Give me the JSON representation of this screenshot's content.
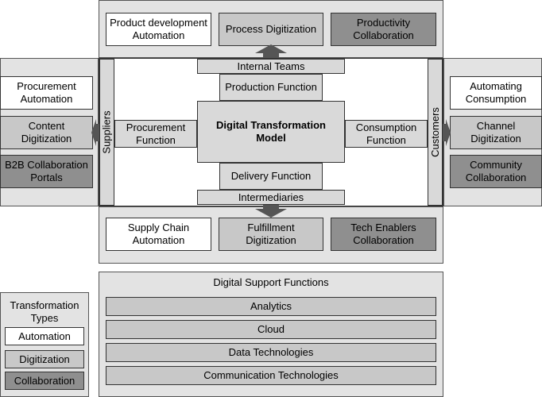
{
  "top_boxes": {
    "automation": "Product development\nAutomation",
    "digitization": "Process Digitization",
    "collaboration": "Productivity\nCollaboration"
  },
  "left_boxes": {
    "automation": "Procurement\nAutomation",
    "digitization": "Content\nDigitization",
    "collaboration": "B2B Collaboration\nPortals"
  },
  "right_boxes": {
    "automation": "Automating\nConsumption",
    "digitization": "Channel\nDigitization",
    "collaboration": "Community\nCollaboration"
  },
  "bottom_boxes": {
    "automation": "Supply Chain\nAutomation",
    "digitization": "Fulfillment\nDigitization",
    "collaboration": "Tech Enablers\nCollaboration"
  },
  "bars": {
    "internal_teams": "Internal Teams",
    "intermediaries": "Intermediaries",
    "suppliers": "Suppliers",
    "customers": "Customers"
  },
  "functions": {
    "production": "Production Function",
    "delivery": "Delivery Function",
    "procurement": "Procurement\nFunction",
    "consumption": "Consumption\nFunction"
  },
  "center": {
    "title": "Digital Transformation\nModel"
  },
  "legend": {
    "title": "Transformation\nTypes",
    "automation": "Automation",
    "digitization": "Digitization",
    "collaboration": "Collaboration"
  },
  "support": {
    "title": "Digital Support Functions",
    "items": [
      "Analytics",
      "Cloud",
      "Data Technologies",
      "Communication Technologies"
    ]
  },
  "colors": {
    "automation": "#ffffff",
    "digitization": "#c8c8c8",
    "collaboration": "#8f8f8f",
    "panel": "#e3e3e3",
    "arrow": "#555555"
  }
}
